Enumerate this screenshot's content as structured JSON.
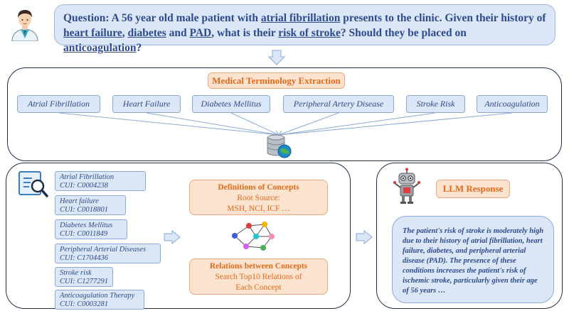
{
  "question": {
    "parts": [
      {
        "text": "Question: A 56 year old male patient with ",
        "u": false
      },
      {
        "text": "atrial fibrillation",
        "u": true
      },
      {
        "text": " presents to the clinic. Given their history of ",
        "u": false
      },
      {
        "text": "heart failure",
        "u": true
      },
      {
        "text": ", ",
        "u": false
      },
      {
        "text": "diabetes",
        "u": true
      },
      {
        "text": " and ",
        "u": false
      },
      {
        "text": "PAD",
        "u": true
      },
      {
        "text": ", what is their ",
        "u": false
      },
      {
        "text": "risk of stroke",
        "u": true
      },
      {
        "text": "? Should they be placed on ",
        "u": false
      },
      {
        "text": "anticoagulation",
        "u": true
      },
      {
        "text": "?",
        "u": false
      }
    ]
  },
  "extraction": {
    "title": "Medical Terminology Extraction",
    "terms": [
      "Atrial Fibrillation",
      "Heart Failure",
      "Diabetes Mellitus",
      "Peripheral Artery Disease",
      "Stroke Risk",
      "Anticoagulation"
    ]
  },
  "concepts": [
    {
      "name": "Atrial Fibrillation",
      "cui": "CUI: C0004238"
    },
    {
      "name": "Heart failure",
      "cui": "CUI: C0018801"
    },
    {
      "name": "Diabetes Mellitus",
      "cui": "CUI: C0011849"
    },
    {
      "name": "Peripheral Arterial Diseases",
      "cui": "CUI: C1704436"
    },
    {
      "name": "Stroke risk",
      "cui": "CUI: C1277291"
    },
    {
      "name": "Anticoagulation Therapy",
      "cui": "CUI: C0003281"
    }
  ],
  "definitions": {
    "title": "Definitions of Concepts",
    "line1": "Root Source:",
    "line2": "MSH, NCI, ICF …"
  },
  "relations": {
    "title": "Relations between Concepts",
    "line1": "Search Top10 Relations of",
    "line2": "Each Concept"
  },
  "llm": {
    "title": "LLM Response",
    "response": "The patient's risk of stroke is moderately high due to their history of atrial fibrillation, heart failure, diabetes, and peripheral arterial disease (PAD). The presence of these conditions increases the patient's risk of ischemic stroke, particularly given their age of 56 years …"
  },
  "colors": {
    "blue_fill": "#dbe7f6",
    "blue_border": "#8aa9d6",
    "orange_fill": "#fbe3cf",
    "orange_text": "#e06a1a",
    "navy_text": "#2e4b8f"
  },
  "icons": [
    "doctor-icon",
    "database-icon",
    "search-document-icon",
    "graph-network-icon",
    "robot-icon",
    "arrow-right-icon",
    "arrow-down-icon"
  ]
}
